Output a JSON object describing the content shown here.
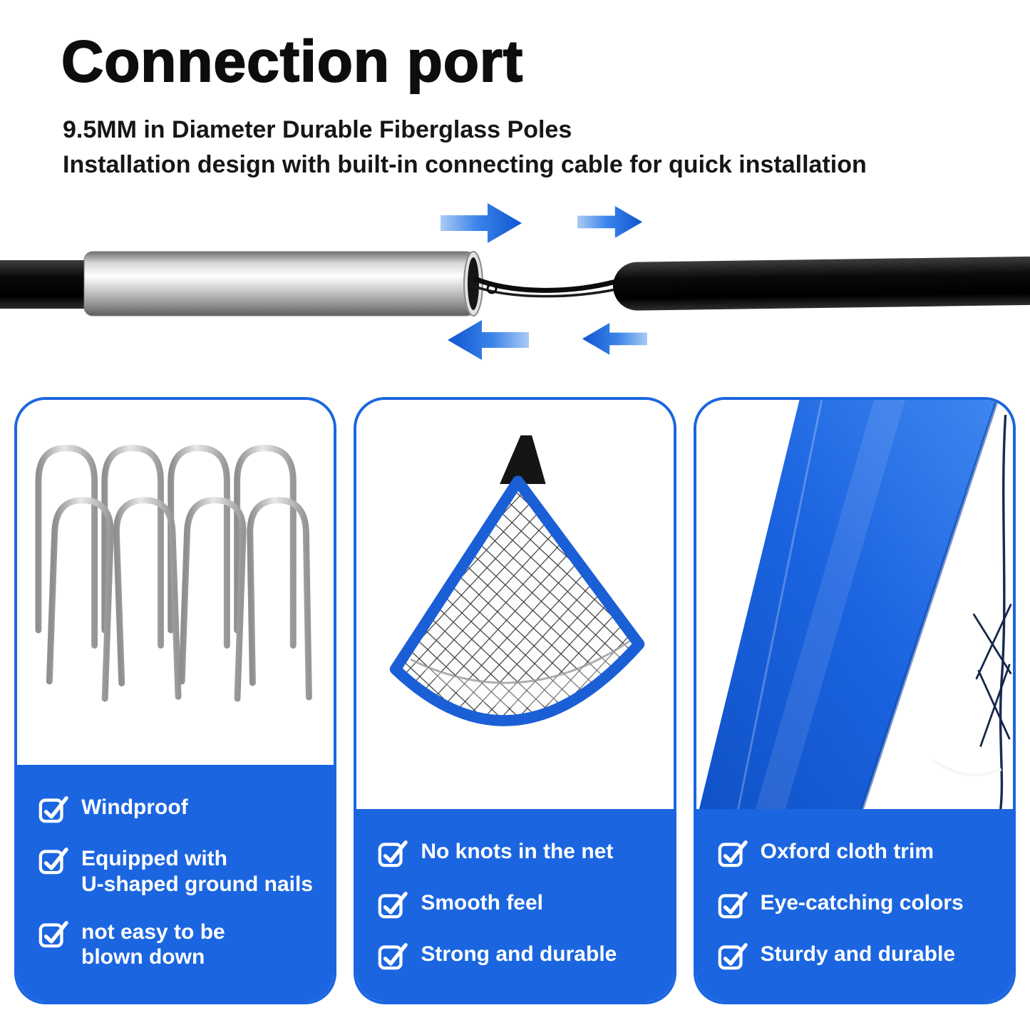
{
  "colors": {
    "primary_blue": "#1b66e0",
    "arrow_blue": "#1f6ce0",
    "pole_black": "#0a0a0a",
    "connector_silver": "#c9c9c9"
  },
  "header": {
    "title": "Connection port",
    "subtitle_line1": "9.5MM in Diameter Durable Fiberglass Poles",
    "subtitle_line2": "Installation design with built-in connecting cable for quick installation"
  },
  "diagram": {
    "description": "pole-connection-diagram",
    "icons": [
      "arrow-right-icon",
      "arrow-right-icon",
      "arrow-left-icon",
      "arrow-left-icon"
    ],
    "parts": [
      "left-pole",
      "connector-sleeve",
      "connecting-cable",
      "right-pole"
    ]
  },
  "icons": {
    "checkbox": "checkbox-check-icon"
  },
  "cards": [
    {
      "image": "u-shaped-ground-stakes",
      "features": [
        "Windproof",
        "Equipped with\nU-shaped ground nails",
        "not easy to be\nblown down"
      ]
    },
    {
      "image": "folded-net",
      "features": [
        "No knots in the net",
        "Smooth feel",
        "Strong and durable"
      ]
    },
    {
      "image": "oxford-cloth-trim",
      "features": [
        "Oxford cloth trim",
        "Eye-catching colors",
        "Sturdy and durable"
      ]
    }
  ]
}
